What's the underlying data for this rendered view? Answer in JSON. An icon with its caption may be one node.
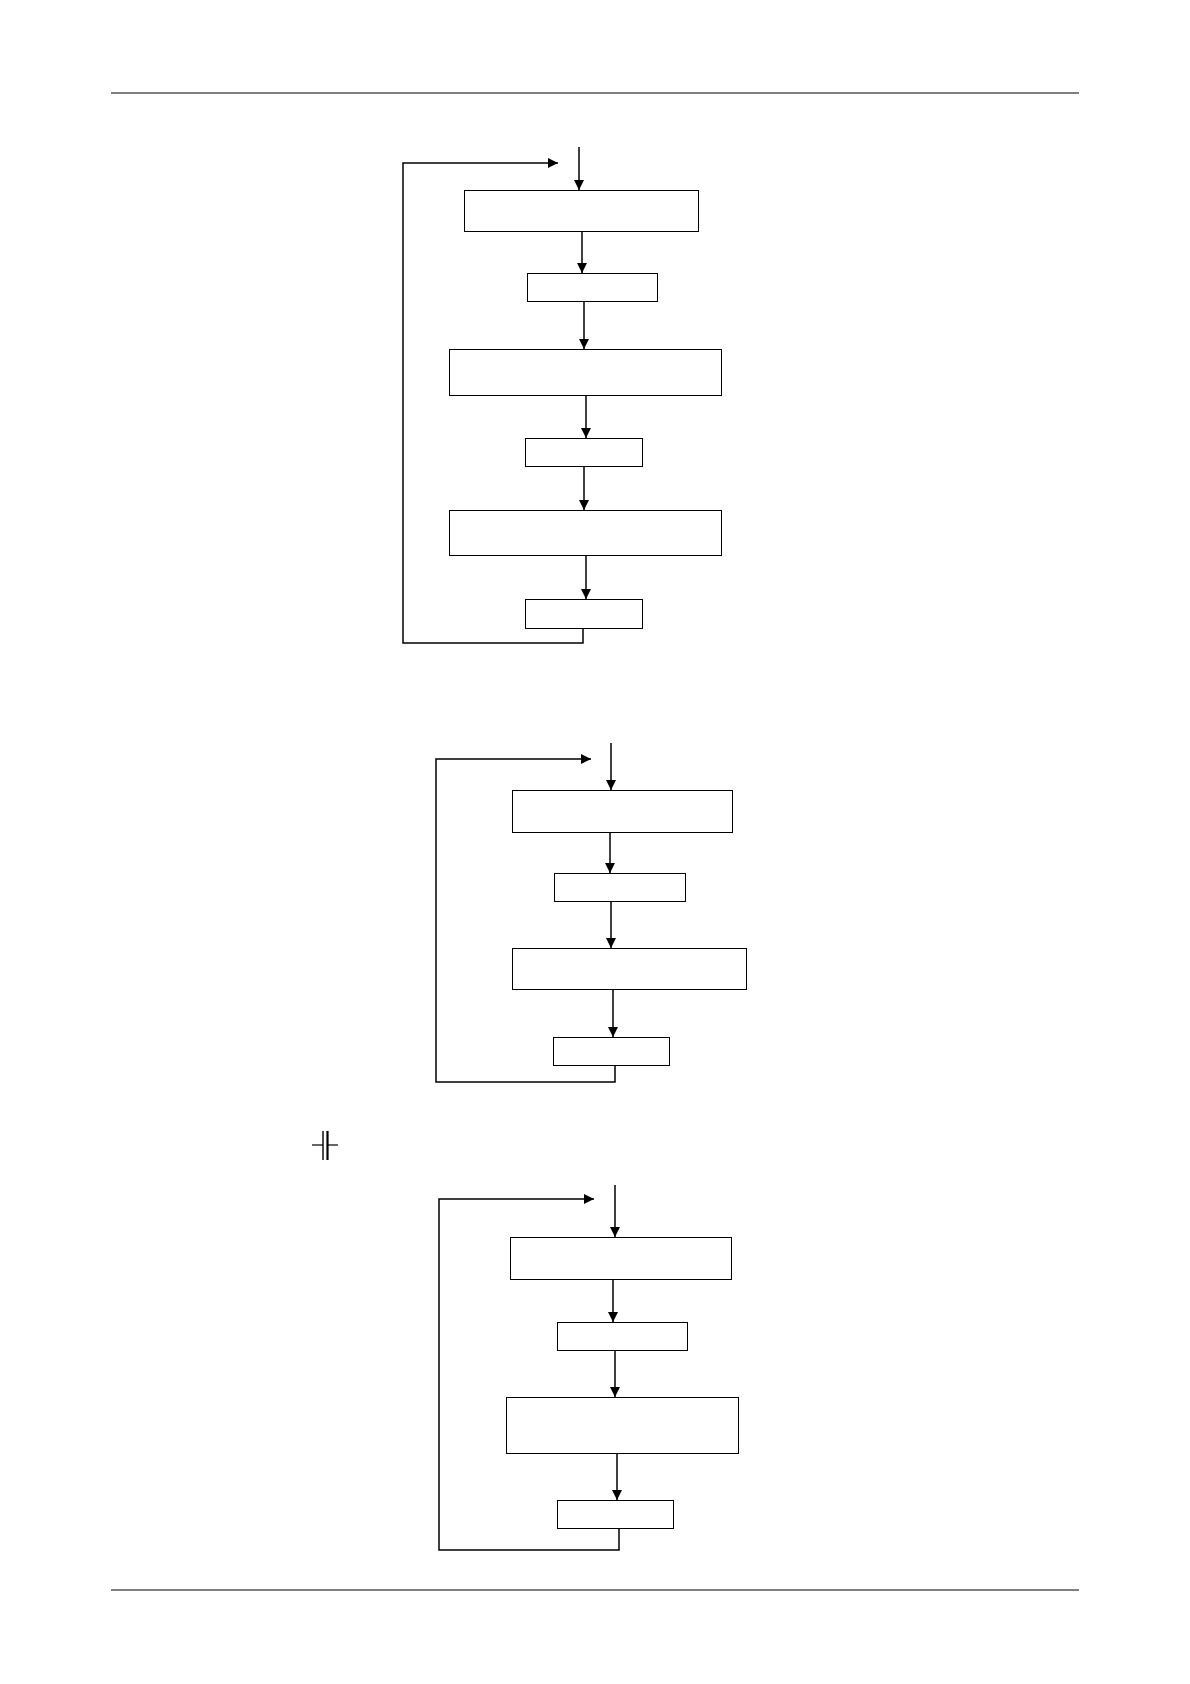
{
  "diagram": {
    "nodes": [
      {
        "text": [],
        "shape": "box"
      },
      {
        "text": [],
        "shape": "box"
      },
      {
        "text": [],
        "shape": "box"
      },
      {
        "text": [],
        "shape": "box"
      },
      {
        "text": [],
        "shape": "box"
      },
      {
        "text": [],
        "shape": "box"
      },
      {
        "text": [],
        "shape": "box"
      },
      {
        "text": [],
        "shape": "box"
      },
      {
        "text": [],
        "shape": "box"
      },
      {
        "text": [],
        "shape": "box"
      },
      {
        "text": [],
        "shape": "box"
      },
      {
        "text": [],
        "shape": "box"
      },
      {
        "text": [],
        "shape": "box"
      },
      {
        "text": [],
        "shape": "box"
      }
    ],
    "edges": [
      {
        "from": null,
        "to": 0,
        "arrow": "to"
      },
      {
        "from": 0,
        "to": 1,
        "arrow": "to"
      },
      {
        "from": 1,
        "to": 2,
        "arrow": "to"
      },
      {
        "from": 2,
        "to": 3,
        "arrow": "to"
      },
      {
        "from": 3,
        "to": 4,
        "arrow": "to"
      },
      {
        "from": 4,
        "to": 5,
        "arrow": "to"
      },
      {
        "from": 5,
        "to": 0,
        "arrow": "to"
      },
      {
        "from": null,
        "to": 6,
        "arrow": "to"
      },
      {
        "from": 6,
        "to": 7,
        "arrow": "to"
      },
      {
        "from": 7,
        "to": 8,
        "arrow": "to"
      },
      {
        "from": 8,
        "to": 9,
        "arrow": "to"
      },
      {
        "from": 9,
        "to": 6,
        "arrow": "to"
      },
      {
        "from": null,
        "to": 10,
        "arrow": "to"
      },
      {
        "from": 10,
        "to": 11,
        "arrow": "to"
      },
      {
        "from": 11,
        "to": 12,
        "arrow": "to"
      },
      {
        "from": 12,
        "to": 13,
        "arrow": "to"
      },
      {
        "from": 13,
        "to": 10,
        "arrow": "to"
      }
    ]
  }
}
